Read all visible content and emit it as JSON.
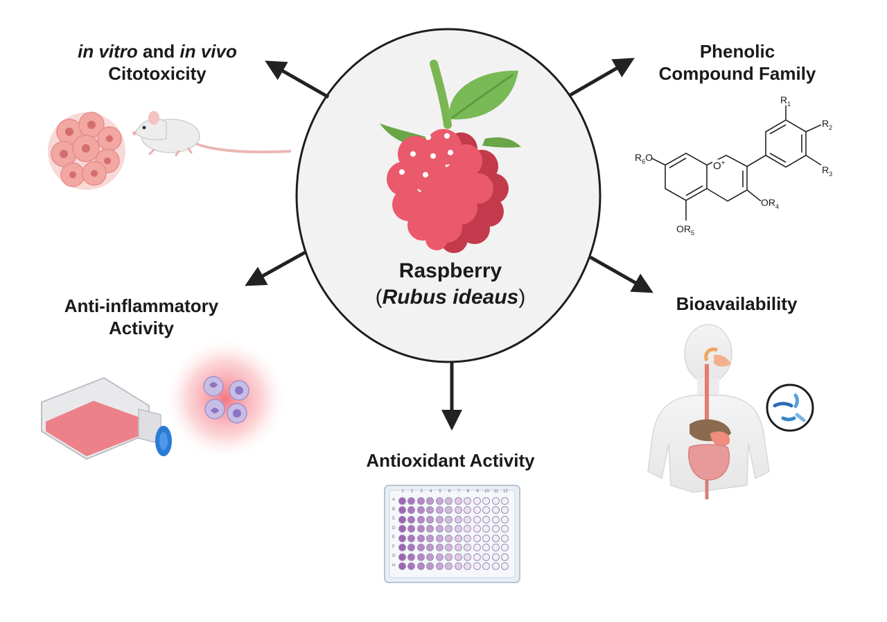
{
  "center": {
    "title": "Raspberry",
    "paren_open": "(",
    "species": "Rubus ideaus",
    "paren_close": ")"
  },
  "branches": {
    "cytotoxicity": {
      "line1_italic_a": "in vitro",
      "line1_mid": " and ",
      "line1_italic_b": "in vivo",
      "line2": "Citotoxicity"
    },
    "phenolic": {
      "line1": "Phenolic",
      "line2": "Compound Family"
    },
    "anti_inflammatory": {
      "line1": "Anti-inflammatory",
      "line2": "Activity"
    },
    "bioavailability": {
      "line1": "Bioavailability"
    },
    "antioxidant": {
      "line1": "Antioxidant Activity"
    }
  },
  "structure_labels": {
    "r1": "R",
    "r1_sub": "1",
    "r2": "R",
    "r2_sub": "2",
    "r3": "R",
    "r3_sub": "3",
    "or4": "OR",
    "or4_sub": "4",
    "or5": "OR",
    "or5_sub": "5",
    "r6o": "R",
    "r6o_sub": "6",
    "r6o_tail": "O",
    "o_plus": "O",
    "plus": "+"
  },
  "plate": {
    "columns": [
      "1",
      "2",
      "3",
      "4",
      "5",
      "6",
      "7",
      "8",
      "9",
      "10",
      "11",
      "12"
    ],
    "rows": [
      "A",
      "B",
      "C",
      "D",
      "E",
      "F",
      "G",
      "H"
    ]
  },
  "colors": {
    "arrow": "#222222",
    "raspberry": "#e85566",
    "raspberry_dark": "#c23a4c",
    "leaf": "#6fae4a",
    "flask_liquid": "#e86a73",
    "cap": "#2b7bd6",
    "well": "#a77bbd"
  }
}
